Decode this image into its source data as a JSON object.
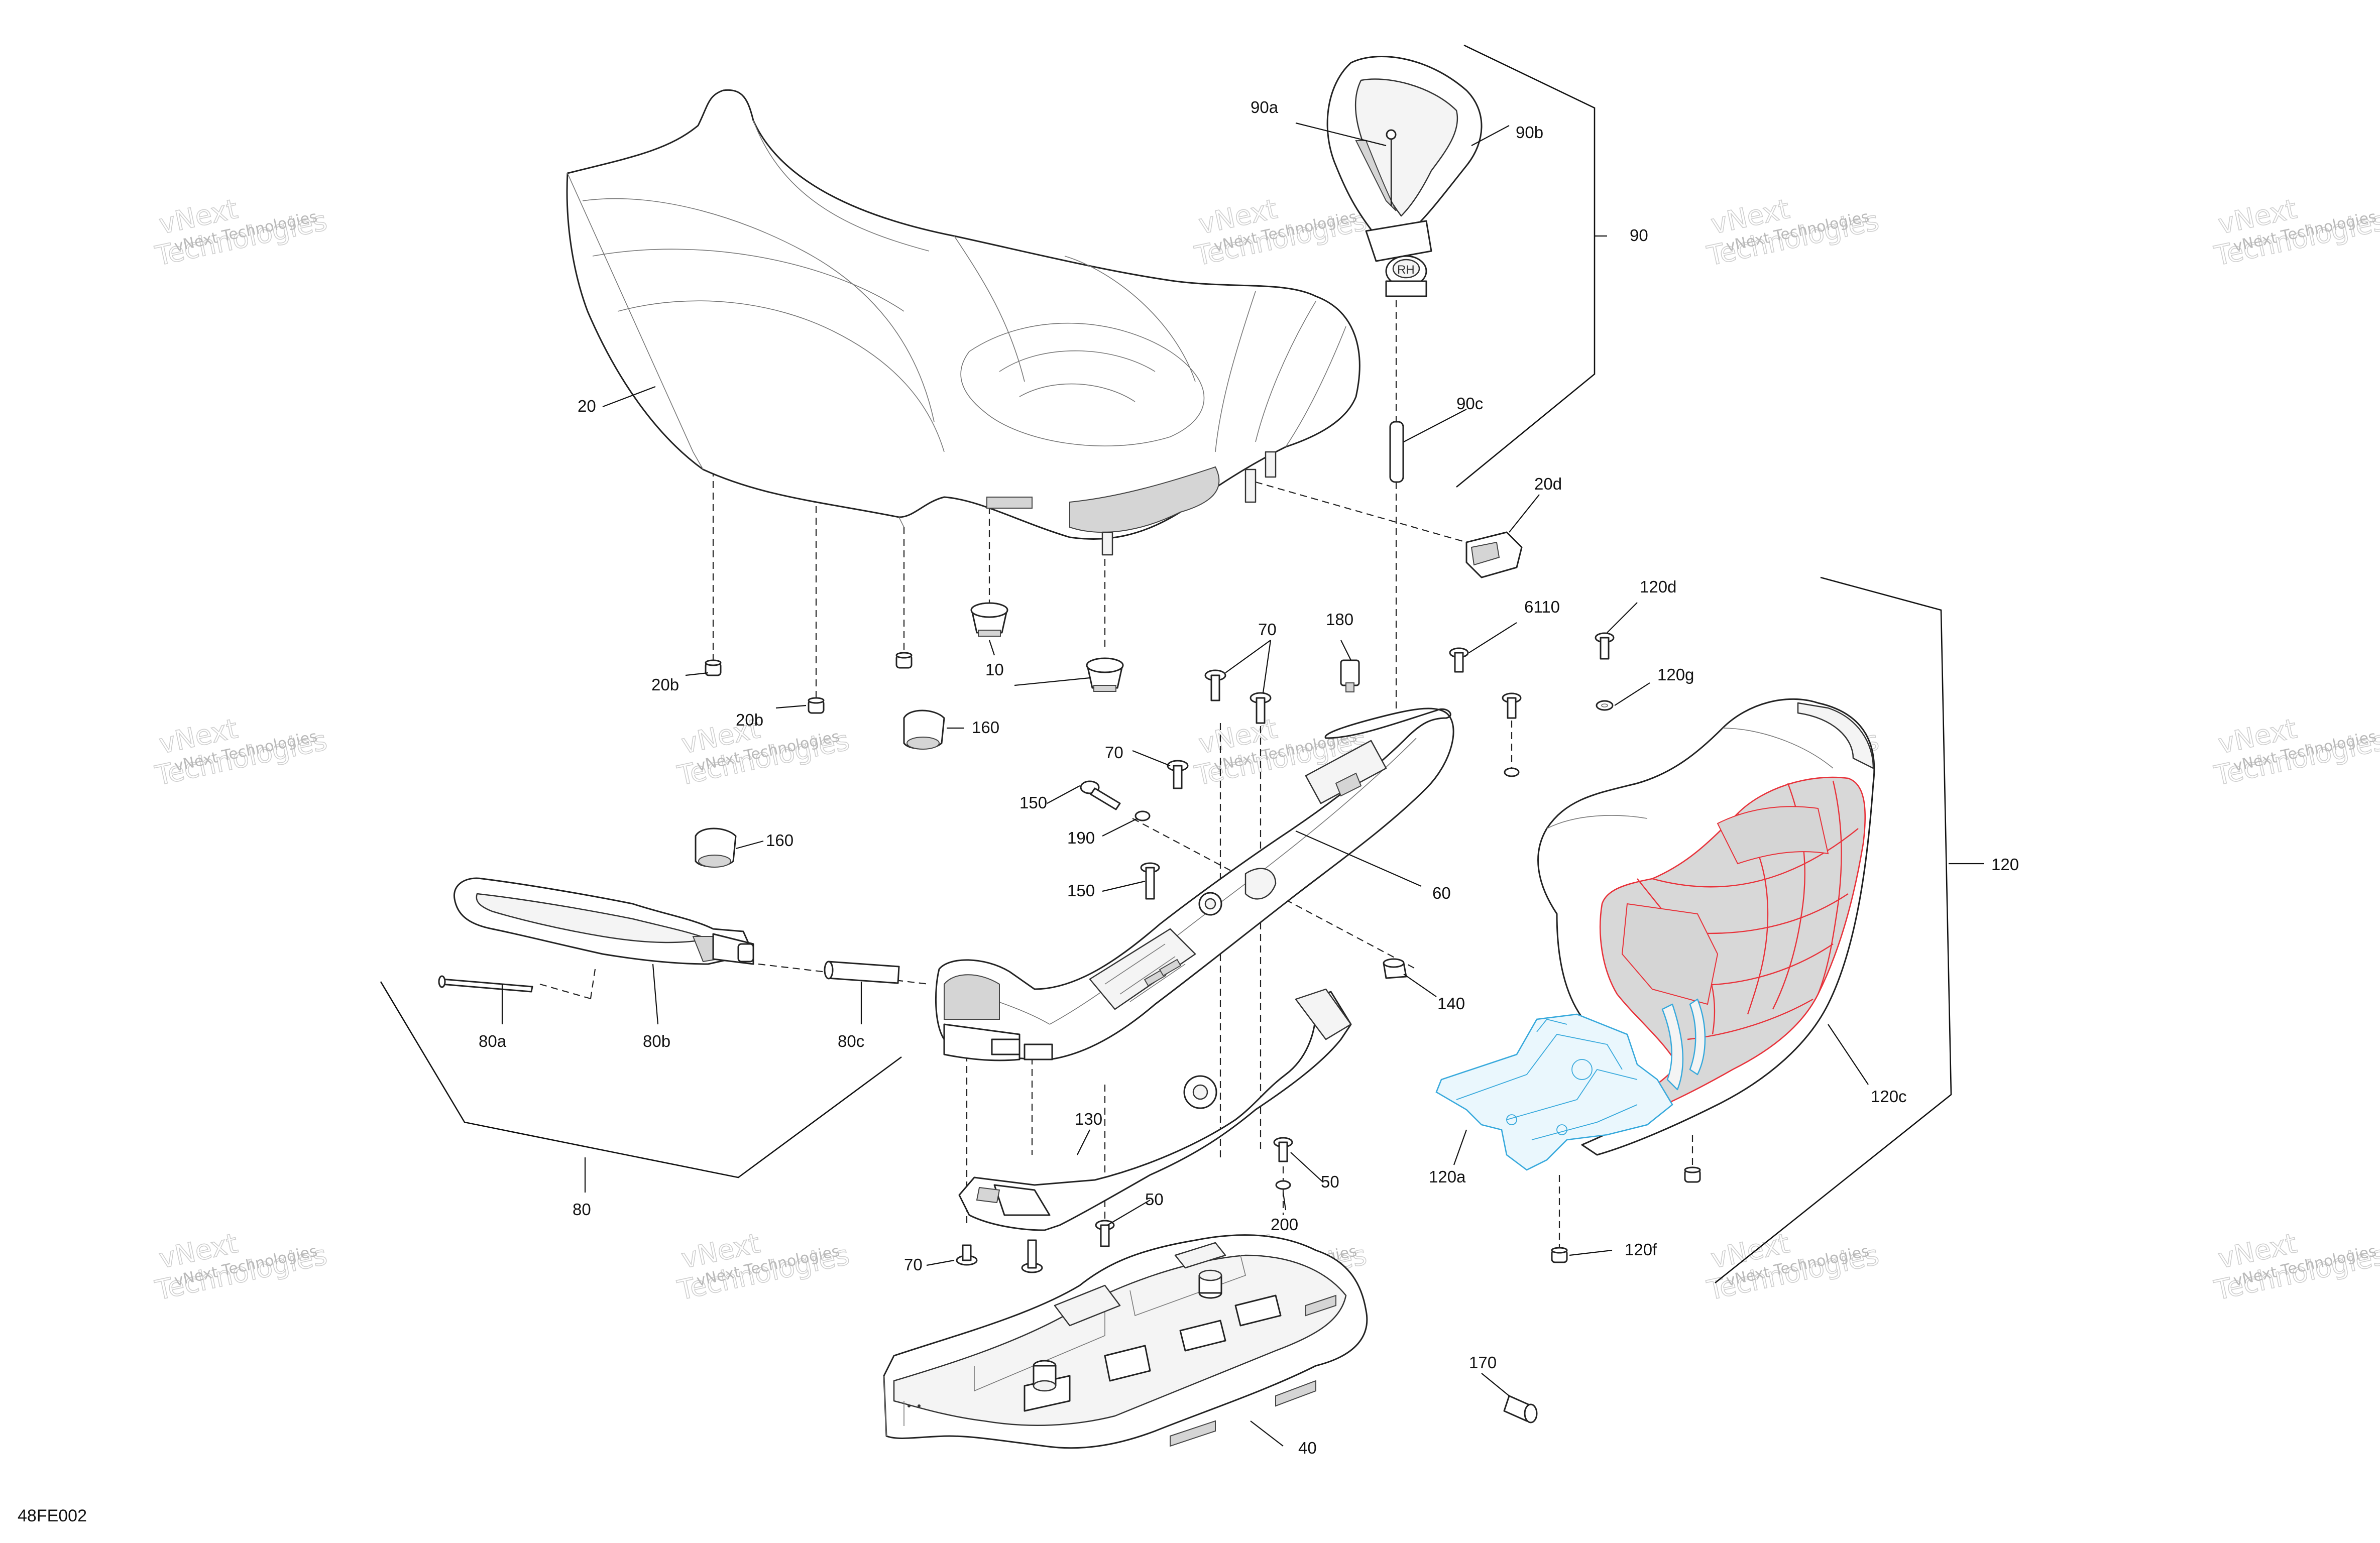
{
  "diagram": {
    "reference_code": "48FE002",
    "watermark": {
      "line1": "vNext",
      "line2": "Technologies",
      "small": "vNext Technologies"
    },
    "callouts": {
      "c20": "20",
      "c20b_1": "20b",
      "c20b_2": "20b",
      "c10": "10",
      "c160_1": "160",
      "c160_2": "160",
      "c90": "90",
      "c90a": "90a",
      "c90b": "90b",
      "c90c": "90c",
      "c20d": "20d",
      "c70_1": "70",
      "c70_2": "70",
      "c70_3": "70",
      "c180": "180",
      "c6110": "6110",
      "c120d": "120d",
      "c120g": "120g",
      "c120": "120",
      "c120c": "120c",
      "c120a": "120a",
      "c120f": "120f",
      "c150_1": "150",
      "c150_2": "150",
      "c190": "190",
      "c60": "60",
      "c140": "140",
      "c80": "80",
      "c80a": "80a",
      "c80b": "80b",
      "c80c": "80c",
      "c130": "130",
      "c50_1": "50",
      "c50_2": "50",
      "c200": "200",
      "c40": "40",
      "c170": "170"
    },
    "colors": {
      "highlight_red": "#e8323a",
      "highlight_blue": "#37a9dc",
      "line": "#222222"
    }
  }
}
